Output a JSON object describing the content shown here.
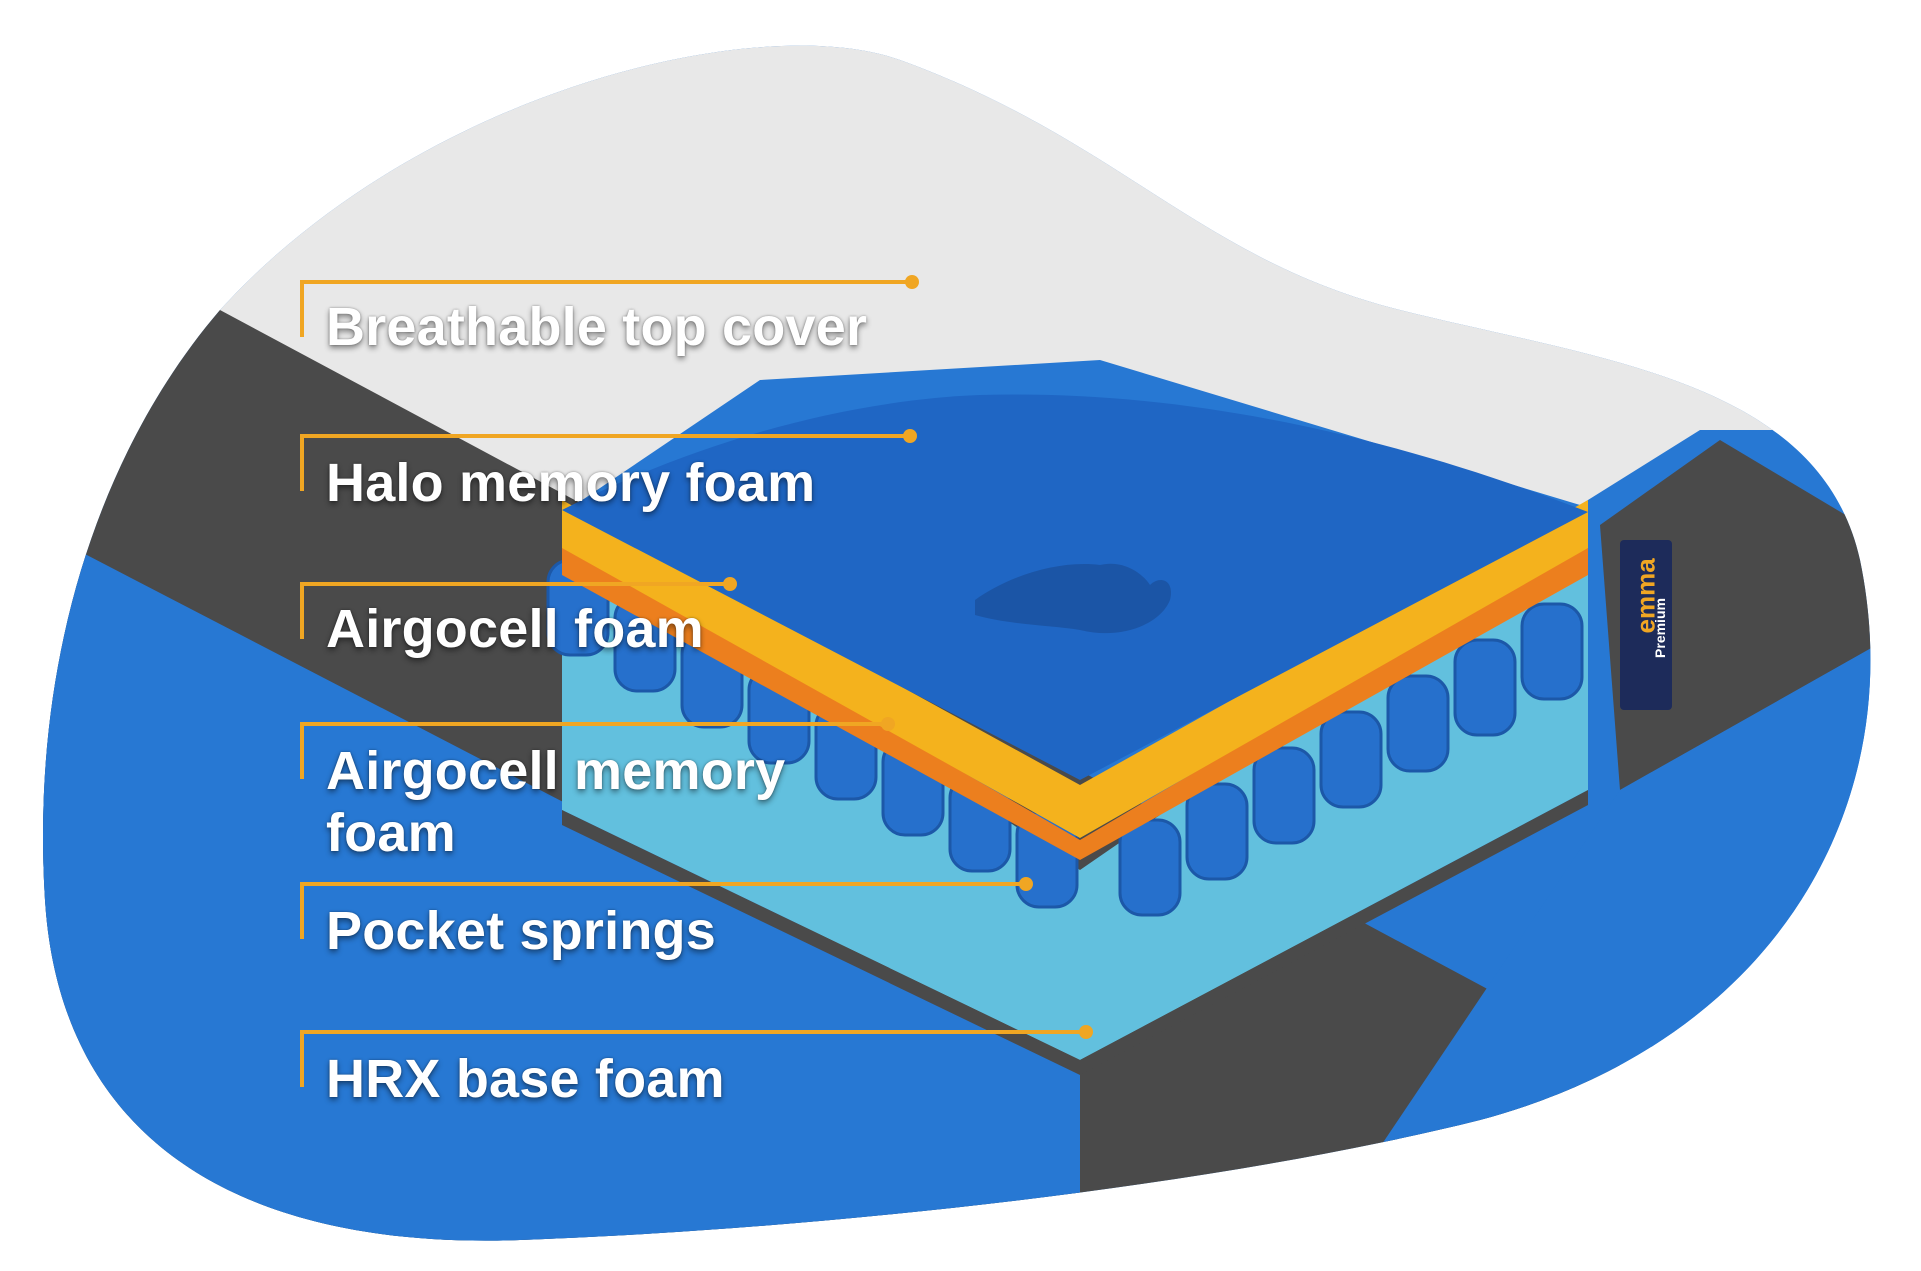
{
  "diagram": {
    "labels": [
      {
        "id": "breathable-top-cover",
        "text": "Breathable top cover"
      },
      {
        "id": "halo-memory-foam",
        "text": "Halo memory foam"
      },
      {
        "id": "airgocell-foam",
        "text": "Airgocell foam"
      },
      {
        "id": "airgocell-memory-foam",
        "text": "Airgocell memory foam"
      },
      {
        "id": "pocket-springs",
        "text": "Pocket springs"
      },
      {
        "id": "hrx-base-foam",
        "text": "HRX base foam"
      }
    ],
    "brand": {
      "name": "emma",
      "line": "Premium"
    }
  },
  "colors": {
    "blob_blue": "#2778d3",
    "top_cover": "#e8e8e8",
    "side_dark": "#4a4a4a",
    "halo_blue": "#1f66c4",
    "airgocell_yellow": "#f4b21d",
    "airgocell_orange": "#ec7f1e",
    "spring_blue": "#2670cc",
    "base_foam": "#62c0de",
    "leader_line": "#f0a623"
  }
}
